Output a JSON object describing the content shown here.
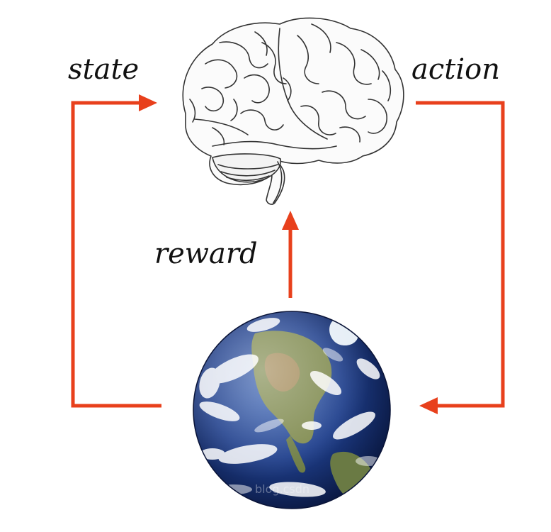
{
  "labels": {
    "state": "state",
    "action": "action",
    "reward": "reward"
  },
  "watermark": "blog.csdn",
  "icons": {
    "agent": "brain-icon",
    "environment": "earth-globe-icon"
  },
  "colors": {
    "arrow": "#e8401c",
    "text": "#111111",
    "background": "#ffffff"
  }
}
